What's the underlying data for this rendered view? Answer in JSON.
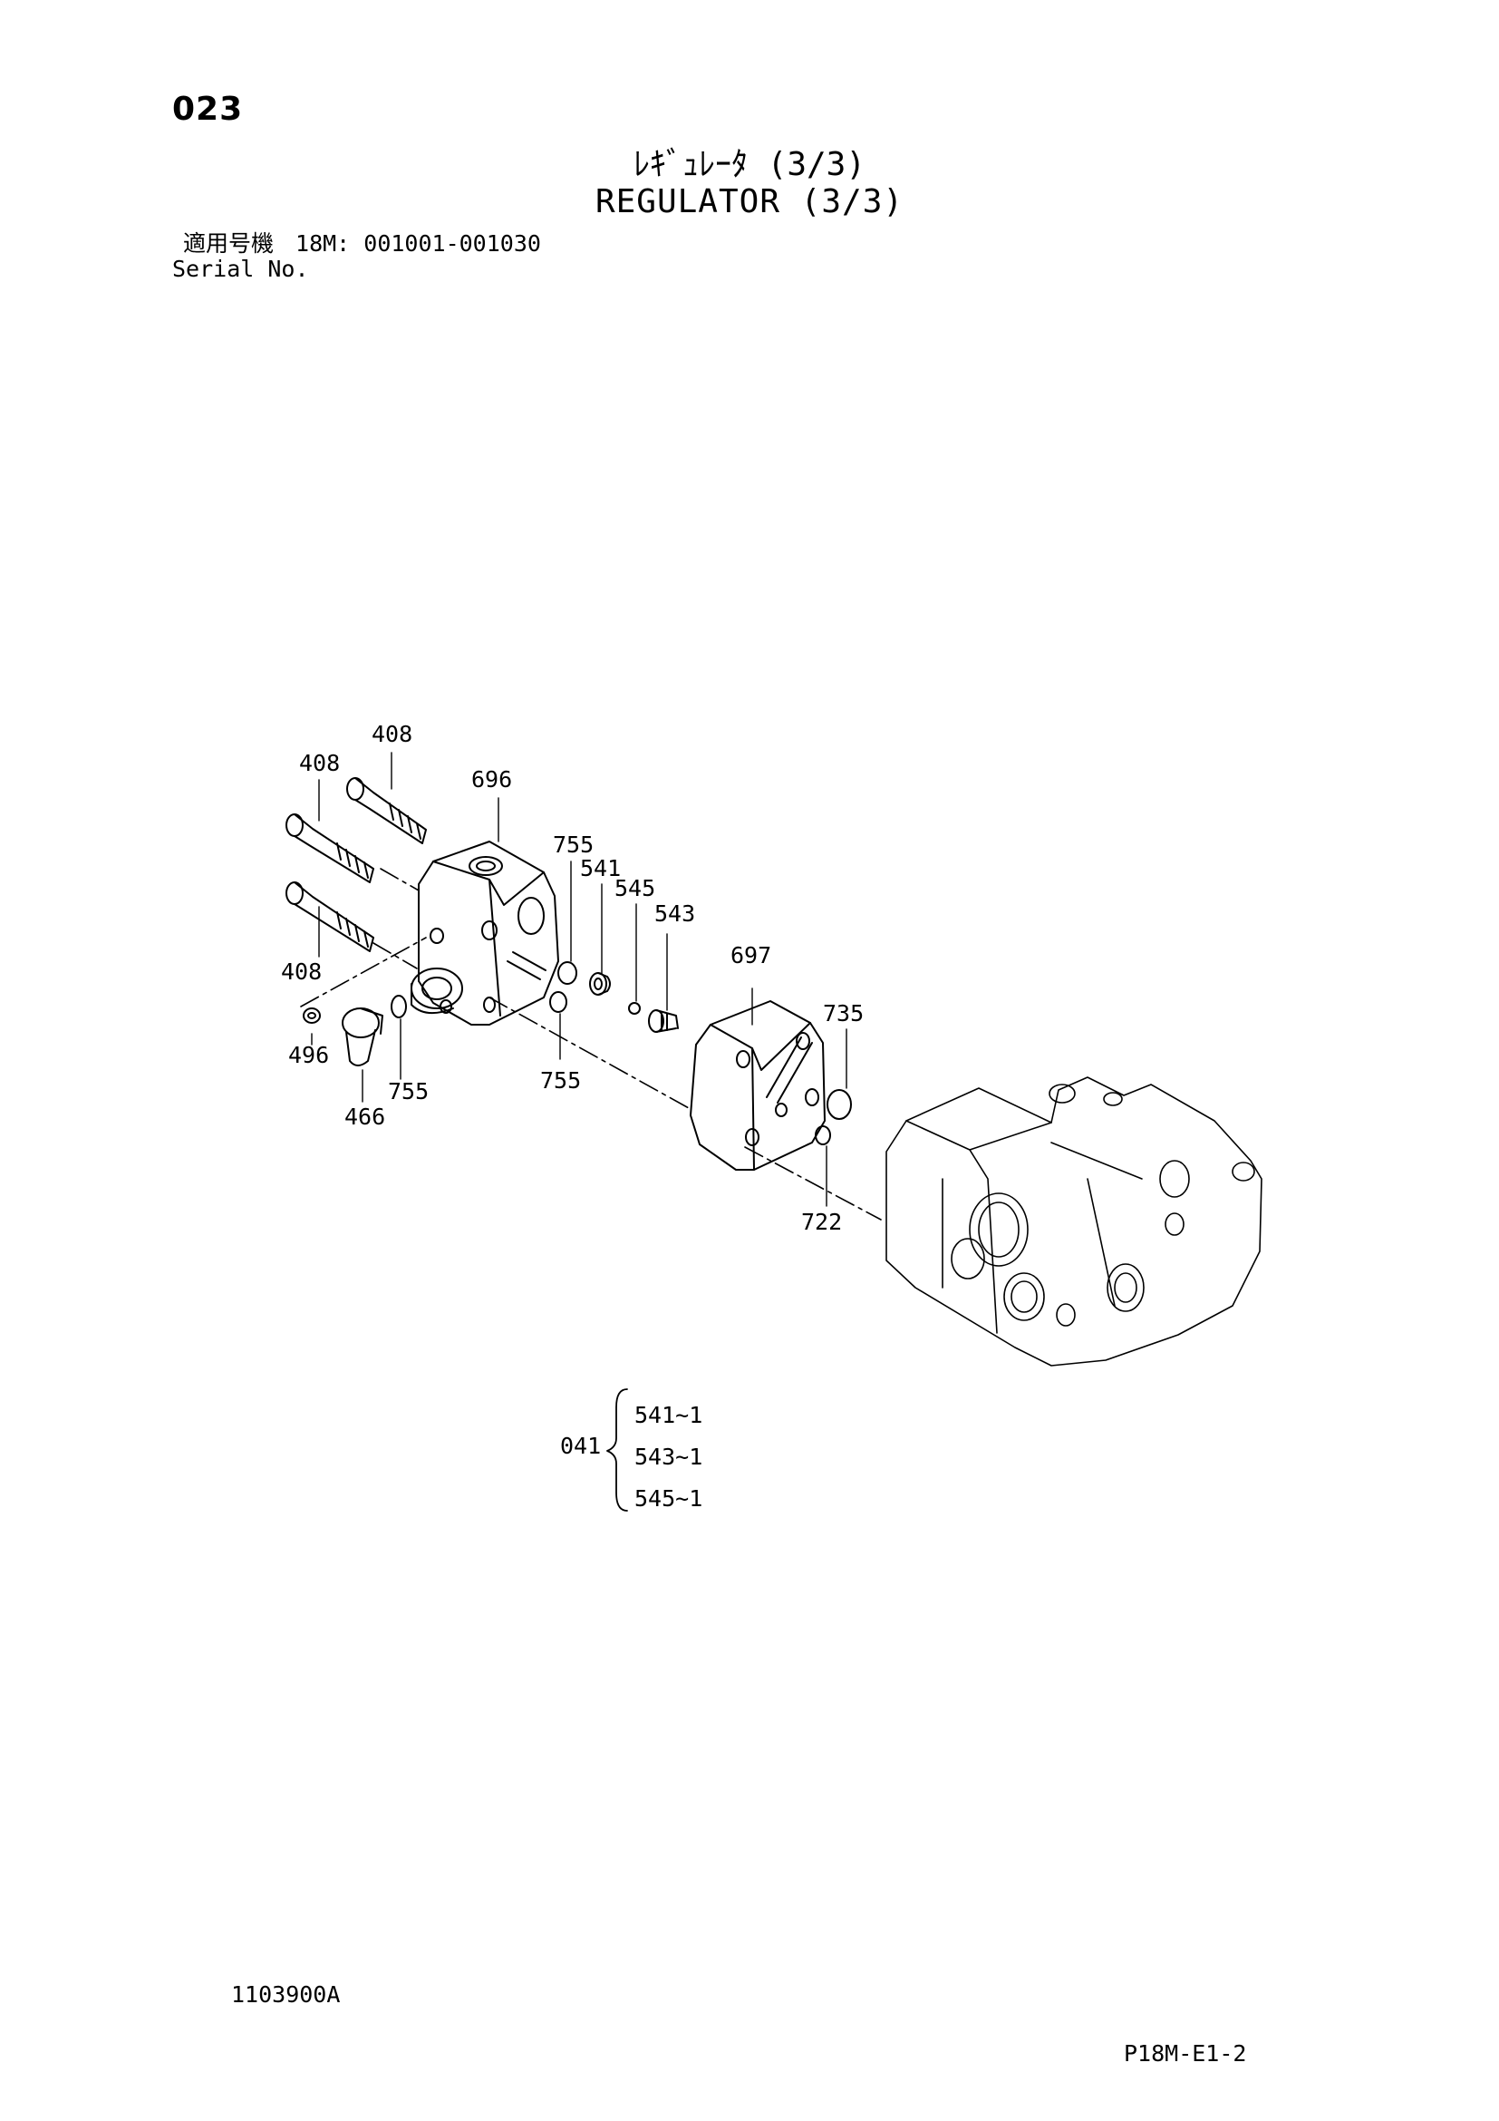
{
  "header": {
    "page_number": "023",
    "title_jp": "ﾚｷﾞｭﾚｰﾀ (3/3)",
    "title_en": "REGULATOR (3/3)",
    "serial_label_jp": "適用号機",
    "serial_range": "18M: 001001-001030",
    "serial_label_en": "Serial No."
  },
  "callouts": {
    "c408a": "408",
    "c408b": "408",
    "c408c": "408",
    "c696": "696",
    "c755a": "755",
    "c541": "541",
    "c545": "545",
    "c543": "543",
    "c697": "697",
    "c735": "735",
    "c496": "496",
    "c755b": "755",
    "c755c": "755",
    "c466": "466",
    "c722": "722"
  },
  "kit": {
    "label": "041",
    "items": [
      "541~1",
      "543~1",
      "545~1"
    ]
  },
  "footer": {
    "drawing_id": "1103900A",
    "sheet_code": "P18M-E1-2"
  }
}
